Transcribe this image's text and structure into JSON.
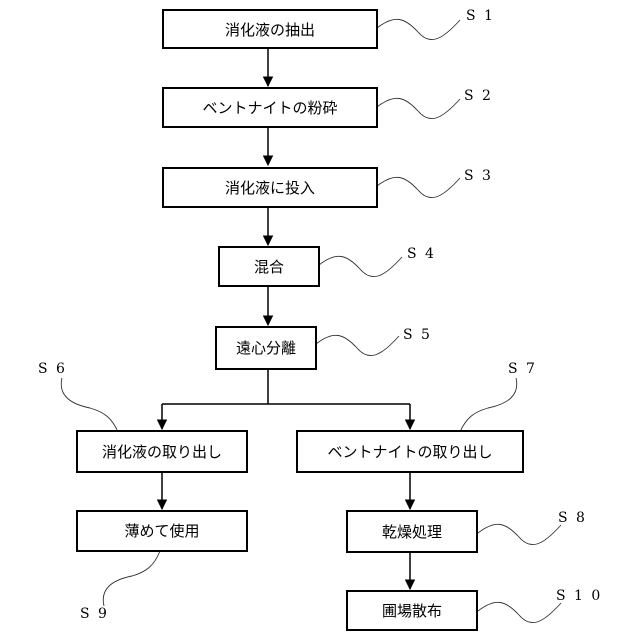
{
  "diagram": {
    "steps": {
      "s1": {
        "text": "消化液の抽出",
        "label": "S 1"
      },
      "s2": {
        "text": "ベントナイトの粉砕",
        "label": "S 2"
      },
      "s3": {
        "text": "消化液に投入",
        "label": "S 3"
      },
      "s4": {
        "text": "混合",
        "label": "S 4"
      },
      "s5": {
        "text": "遠心分離",
        "label": "S 5"
      },
      "s6": {
        "text": "消化液の取り出し",
        "label": "S 6"
      },
      "s7": {
        "text": "ベントナイトの取り出し",
        "label": "S 7"
      },
      "s8": {
        "text": "乾燥処理",
        "label": "S 8"
      },
      "s9": {
        "text": "薄めて使用",
        "label": "S 9"
      },
      "s10": {
        "text": "圃場散布",
        "label": "S 1 0"
      }
    }
  }
}
